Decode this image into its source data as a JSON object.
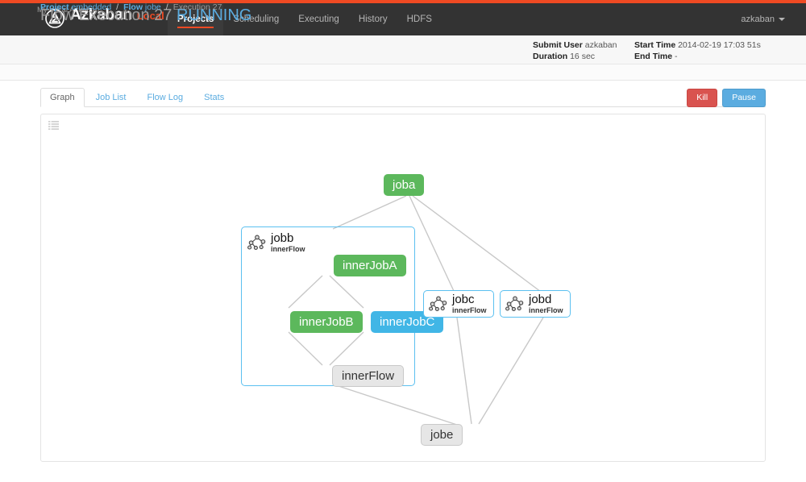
{
  "navbar": {
    "logo_icon": "azkaban-logo-icon",
    "brand_name": "Azkaban",
    "brand_sub": "Local",
    "brand_tagline": "My Local Azkaban",
    "links": [
      {
        "label": "Projects",
        "active": true
      },
      {
        "label": "Scheduling",
        "active": false
      },
      {
        "label": "Executing",
        "active": false
      },
      {
        "label": "History",
        "active": false
      },
      {
        "label": "HDFS",
        "active": false
      }
    ],
    "user": "azkaban",
    "user_caret_icon": "chevron-down-icon",
    "accent_color": "#ef4a23",
    "background_color": "#333333"
  },
  "header": {
    "title_prefix": "Flow Execution 27",
    "status": "RUNNING",
    "status_color": "#5bace0",
    "meta": {
      "submit_user_label": "Submit User",
      "submit_user_value": "azkaban",
      "duration_label": "Duration",
      "duration_value": "16 sec",
      "start_time_label": "Start Time",
      "start_time_value": "2014-02-19 17:03 51s",
      "end_time_label": "End Time",
      "end_time_value": "-"
    }
  },
  "breadcrumb": {
    "project_label": "Project",
    "project_name": "embedded",
    "flow_label": "Flow",
    "flow_name": "jobe",
    "execution_label": "Execution",
    "execution_id": "27",
    "separator": "/"
  },
  "tabs": [
    {
      "label": "Graph",
      "active": true
    },
    {
      "label": "Job List",
      "active": false
    },
    {
      "label": "Flow Log",
      "active": false
    },
    {
      "label": "Stats",
      "active": false
    }
  ],
  "actions": {
    "kill_label": "Kill",
    "kill_color": "#d9534f",
    "pause_label": "Pause",
    "pause_color": "#5bace0"
  },
  "graph": {
    "toolbar_icon": "list-menu-icon",
    "flow_icon": "flow-graph-icon",
    "status_colors": {
      "succeeded": "#5cb85c",
      "running": "#41b6e6",
      "ready": "#e6e6e6",
      "flow_border": "#5bc0f0",
      "edge": "#c8c8c8"
    },
    "nodes": {
      "joba": {
        "label": "joba",
        "status": "succeeded"
      },
      "jobb": {
        "label": "jobb",
        "sub": "innerFlow",
        "type": "expanded-flow"
      },
      "innerJobA": {
        "label": "innerJobA",
        "status": "succeeded"
      },
      "innerJobB": {
        "label": "innerJobB",
        "status": "succeeded"
      },
      "innerJobC": {
        "label": "innerJobC",
        "status": "running"
      },
      "innerFlow": {
        "label": "innerFlow",
        "status": "ready"
      },
      "jobc": {
        "label": "jobc",
        "sub": "innerFlow",
        "type": "collapsed-flow"
      },
      "jobd": {
        "label": "jobd",
        "sub": "innerFlow",
        "type": "collapsed-flow"
      },
      "jobe": {
        "label": "jobe",
        "status": "ready"
      }
    },
    "edges": [
      {
        "from": "joba",
        "to": "jobb"
      },
      {
        "from": "joba",
        "to": "jobc"
      },
      {
        "from": "joba",
        "to": "jobd"
      },
      {
        "from": "innerJobA",
        "to": "innerJobB"
      },
      {
        "from": "innerJobA",
        "to": "innerJobC"
      },
      {
        "from": "innerJobB",
        "to": "innerFlow"
      },
      {
        "from": "innerJobC",
        "to": "innerFlow"
      },
      {
        "from": "jobb",
        "to": "jobe"
      },
      {
        "from": "jobc",
        "to": "jobe"
      },
      {
        "from": "jobd",
        "to": "jobe"
      }
    ]
  }
}
